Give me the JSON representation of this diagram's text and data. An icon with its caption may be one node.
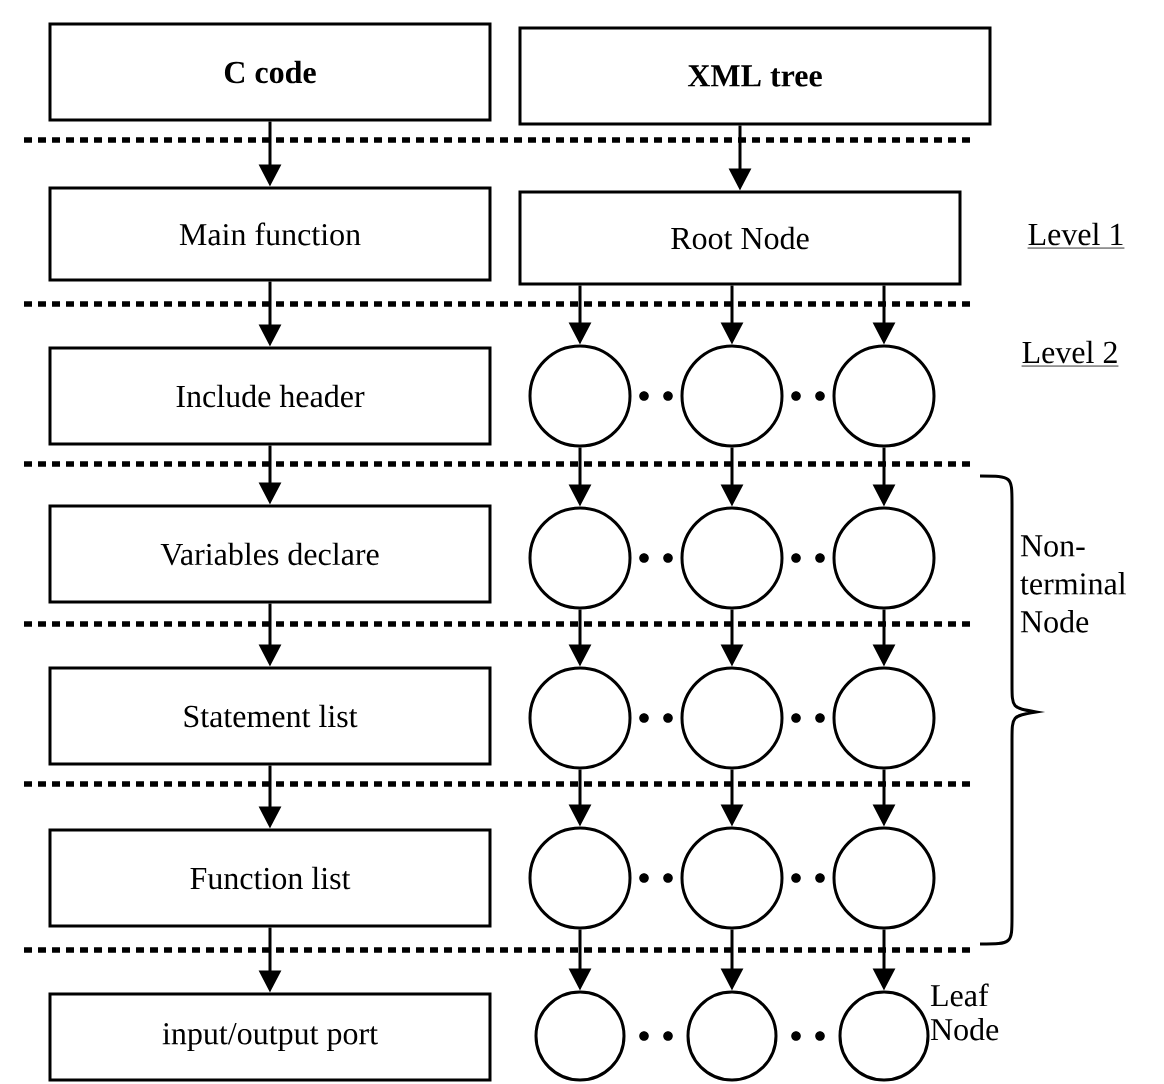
{
  "diagram": {
    "nodes": [
      {
        "text": [
          "C code"
        ]
      },
      {
        "text": [
          "XML tree"
        ]
      },
      {
        "text": [
          "Main function"
        ]
      },
      {
        "text": [
          "Root Node"
        ]
      },
      {
        "text": [
          "Include header"
        ]
      },
      {
        "text": [],
        "shape": "circle"
      },
      {
        "text": [],
        "shape": "circle"
      },
      {
        "text": [],
        "shape": "circle"
      },
      {
        "text": [
          "Variables declare"
        ]
      },
      {
        "text": [],
        "shape": "circle"
      },
      {
        "text": [],
        "shape": "circle"
      },
      {
        "text": [],
        "shape": "circle"
      },
      {
        "text": [
          "Statement list"
        ]
      },
      {
        "text": [],
        "shape": "circle"
      },
      {
        "text": [],
        "shape": "circle"
      },
      {
        "text": [],
        "shape": "circle"
      },
      {
        "text": [
          "Function list"
        ]
      },
      {
        "text": [],
        "shape": "circle"
      },
      {
        "text": [],
        "shape": "circle"
      },
      {
        "text": [],
        "shape": "circle"
      },
      {
        "text": [
          "input/output port"
        ]
      },
      {
        "text": [],
        "shape": "circle"
      },
      {
        "text": [],
        "shape": "circle"
      },
      {
        "text": [],
        "shape": "circle"
      }
    ],
    "edges": [
      {
        "from": 0,
        "to": 2,
        "arrow": "to"
      },
      {
        "from": 1,
        "to": 3,
        "arrow": "to"
      },
      {
        "from": 2,
        "to": 4,
        "arrow": "to"
      },
      {
        "from": 3,
        "to": 5,
        "arrow": "to"
      },
      {
        "from": 3,
        "to": 6,
        "arrow": "to"
      },
      {
        "from": 3,
        "to": 7,
        "arrow": "to"
      },
      {
        "from": 4,
        "to": 8,
        "arrow": "to"
      },
      {
        "from": 5,
        "to": 9,
        "arrow": "to"
      },
      {
        "from": 6,
        "to": 10,
        "arrow": "to"
      },
      {
        "from": 7,
        "to": 11,
        "arrow": "to"
      },
      {
        "from": 8,
        "to": 12,
        "arrow": "to"
      },
      {
        "from": 9,
        "to": 13,
        "arrow": "to"
      },
      {
        "from": 10,
        "to": 14,
        "arrow": "to"
      },
      {
        "from": 11,
        "to": 15,
        "arrow": "to"
      },
      {
        "from": 12,
        "to": 16,
        "arrow": "to"
      },
      {
        "from": 13,
        "to": 17,
        "arrow": "to"
      },
      {
        "from": 14,
        "to": 18,
        "arrow": "to"
      },
      {
        "from": 15,
        "to": 19,
        "arrow": "to"
      },
      {
        "from": 16,
        "to": 20,
        "arrow": "to"
      },
      {
        "from": 17,
        "to": 21,
        "arrow": "to"
      },
      {
        "from": 18,
        "to": 22,
        "arrow": "to"
      },
      {
        "from": 19,
        "to": 23,
        "arrow": "to"
      }
    ],
    "labels": [
      "Level 1",
      "Level 2",
      "Non- terminal Node",
      "Leaf Node"
    ]
  }
}
